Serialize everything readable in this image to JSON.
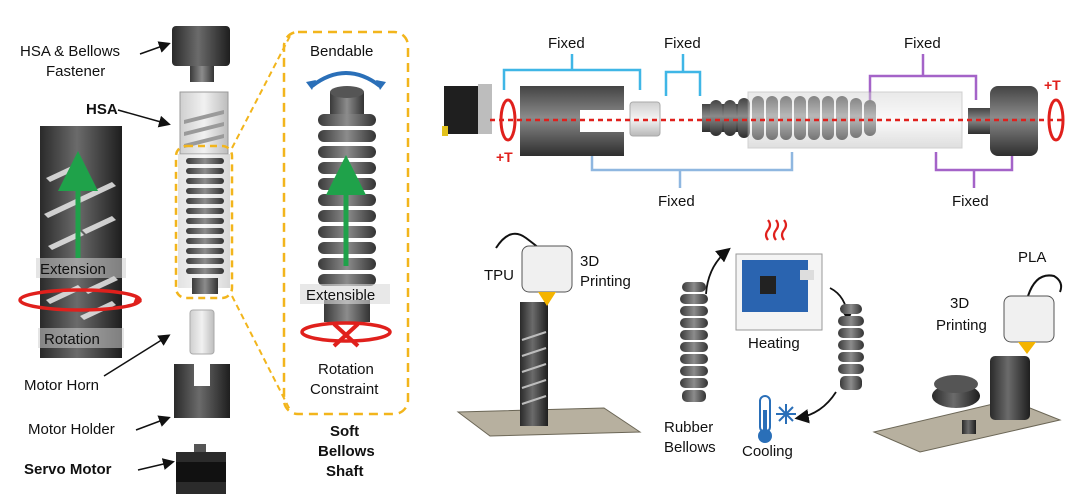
{
  "left_panel": {
    "fastener_label_line1": "HSA & Bellows",
    "fastener_label_line2": "Fastener",
    "hsa_label": "HSA",
    "extension_label": "Extension",
    "rotation_label": "Rotation",
    "motor_horn_label": "Motor Horn",
    "motor_holder_label": "Motor Holder",
    "servo_motor_label": "Servo Motor"
  },
  "detail_panel": {
    "bendable_label": "Bendable",
    "extensible_label": "Extensible",
    "rotation_constraint_line1": "Rotation",
    "rotation_constraint_line2": "Constraint",
    "caption_line1": "Soft",
    "caption_line2": "Bellows",
    "caption_line3": "Shaft"
  },
  "assembly_panel": {
    "fixed_1": "Fixed",
    "fixed_2": "Fixed",
    "fixed_3": "Fixed",
    "fixed_4": "Fixed",
    "fixed_5": "Fixed",
    "torque_left": "+T",
    "torque_right": "+T"
  },
  "fabrication_panel": {
    "tpu_label": "TPU",
    "print1_line1": "3D",
    "print1_line2": "Printing",
    "heating_label": "Heating",
    "rubber_line1": "Rubber",
    "rubber_line2": "Bellows",
    "cooling_label": "Cooling",
    "pla_label": "PLA",
    "print2_line1": "3D",
    "print2_line2": "Printing"
  },
  "colors": {
    "highlight_dashed": "#f2b51c",
    "fixed_cyan": "#3fb6e6",
    "fixed_lightblue": "#8fb7e0",
    "fixed_purple": "#a463c8",
    "torque_red": "#e0201c",
    "extension_green": "#1fa24a",
    "bend_blue": "#2a6fb8",
    "nozzle_yellow": "#f4b400",
    "base_plate": "#b7b09f"
  }
}
